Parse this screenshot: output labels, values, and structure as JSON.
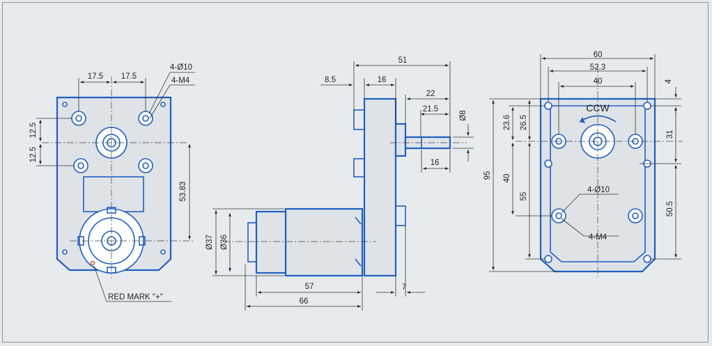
{
  "left_view": {
    "dims": {
      "top_left": "17.5",
      "top_right": "17.5",
      "holes_d": "4-Ø10",
      "holes_m": "4-M4",
      "v_upper": "12.5",
      "v_lower": "12.5",
      "right_height": "53.83"
    },
    "note": "RED MARK \"+\""
  },
  "middle_view": {
    "dims": {
      "overall_top": "51",
      "flange_offset": "8.5",
      "flange_w": "16",
      "shaft_total": "22",
      "shaft_flat": "21.5",
      "shaft_dia": "Ø8",
      "shaft_len": "16",
      "motor_d1": "Ø37",
      "motor_d2": "Ø36",
      "motor_len": "57",
      "total_len": "66",
      "boss": "7"
    }
  },
  "right_view": {
    "dims": {
      "w60": "60",
      "w52": "52.3",
      "w40": "40",
      "top4": "4",
      "rot": "CCW",
      "h23": "23.6",
      "h26": "26.5",
      "h40": "40",
      "h55": "55",
      "h95": "95",
      "r31": "31",
      "r50": "50.5",
      "holes_d": "4-Ø10",
      "holes_m": "4-M4"
    }
  }
}
